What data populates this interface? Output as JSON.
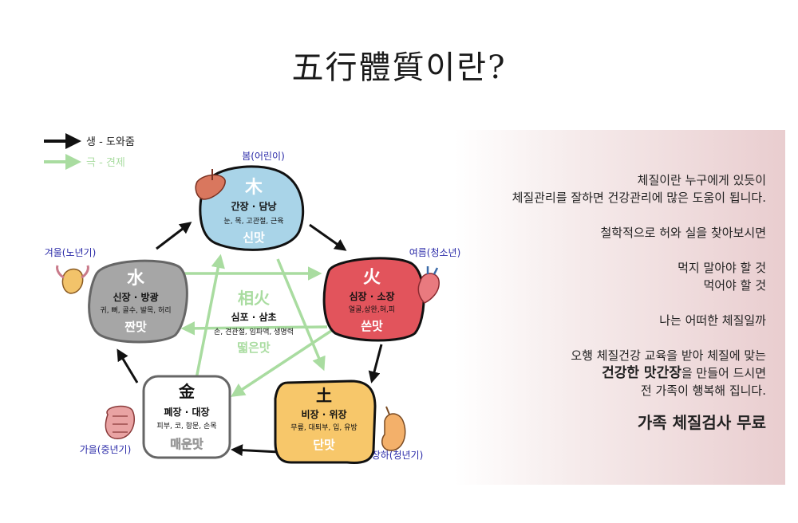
{
  "title": "五行體質이란?",
  "legend": {
    "generate": "생 - 도와줌",
    "control": "극 - 견제",
    "generate_color": "#111111",
    "control_color": "#a9dca0"
  },
  "seasons": {
    "spring": "봄(어린이)",
    "summer": "여름(청소년)",
    "late_summer": "장하(청년기)",
    "autumn": "가을(중년기)",
    "winter": "겨울(노년기)"
  },
  "elements": {
    "wood": {
      "hanja": "木",
      "organs": "간장 · 담낭",
      "body": "눈, 목, 고관절, 근육",
      "taste": "신맛",
      "color": "#a9d4e8"
    },
    "fire": {
      "hanja": "火",
      "organs": "심장 · 소장",
      "body": "얼굴,상완,혀,피",
      "taste": "쓴맛",
      "color": "#e2545c"
    },
    "earth": {
      "hanja": "土",
      "organs": "비장 · 위장",
      "body": "무릎, 대퇴부, 입, 유방",
      "taste": "단맛",
      "color": "#f7c76a"
    },
    "metal": {
      "hanja": "金",
      "organs": "폐장 · 대장",
      "body": "피부, 코, 항문, 손목",
      "taste": "매운맛",
      "color": "#ffffff"
    },
    "water": {
      "hanja": "水",
      "organs": "신장 · 방광",
      "body": "귀, 뼈, 골수, 발목, 허리",
      "taste": "짠맛",
      "color": "#a6a6a6"
    },
    "ministerial_fire": {
      "hanja": "相火",
      "organs": "심포 · 삼초",
      "body": "손, 견관절, 임파액, 생명력",
      "taste": "떫은맛"
    }
  },
  "right_text": {
    "line1": "체질이란 누구에게 있듯이",
    "line2": "체질관리를 잘하면 건강관리에 많은 도움이 됩니다.",
    "line3": "철학적으로 허와 실을 찾아보시면",
    "line4": "먹지 말아야 할 것",
    "line5": "먹어야 할 것",
    "line6": "나는 어떠한 체질일까",
    "line7": "오행 체질건강 교육을 받아 체질에 맞는",
    "line8_bold": "건강한 맛간장",
    "line8_rest": "을 만들어 드시면",
    "line9": "전 가족이 행복해 집니다.",
    "cta": "가족 체질검사 무료"
  }
}
